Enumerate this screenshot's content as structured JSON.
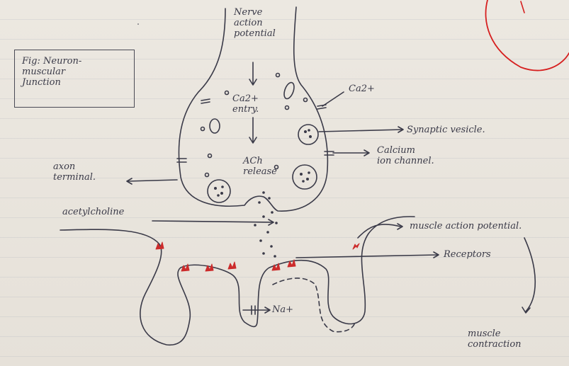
{
  "figure": {
    "caption": "Fig: Neuron-\nmuscular\nJunction"
  },
  "labels": {
    "nerve_action_potential": "Nerve\naction\npotential",
    "ca_entry": "Ca2+\nentry.",
    "ach_release": "ACh\nrelease",
    "ca2_plus": "Ca2+",
    "synaptic_vesicle": "Synaptic vesicle.",
    "calcium_ion_channel": "Calcium\nion channel.",
    "axon_terminal": "axon\nterminal.",
    "acetylcholine": "acetylcholine",
    "muscle_action_potential": "muscle action potential.",
    "receptors": "Receptors",
    "na_plus": "Na+",
    "muscle_contraction": "muscle\ncontraction"
  },
  "colors": {
    "ink": "#3a3a48",
    "receptor": "#cc2b2b",
    "margin_mark": "#d61f1f"
  }
}
